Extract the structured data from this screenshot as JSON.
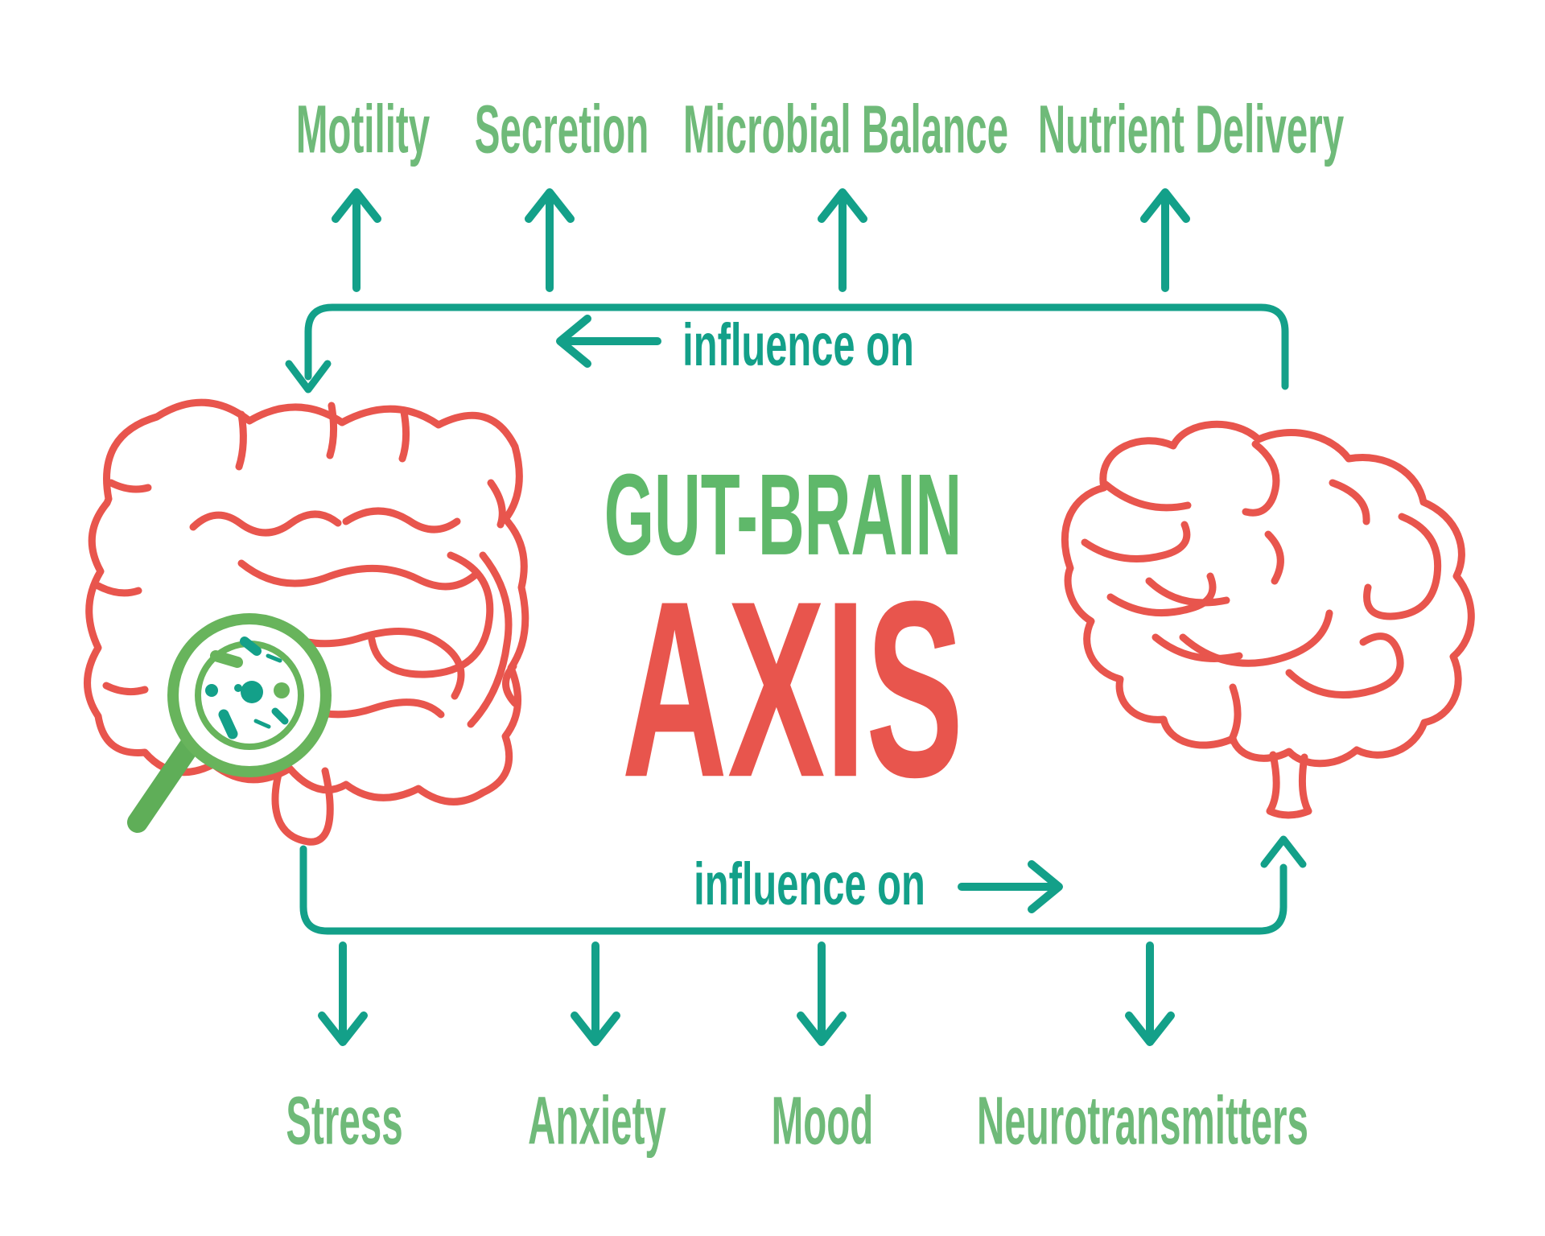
{
  "title": {
    "line1": "GUT-BRAIN",
    "line2": "AXIS"
  },
  "top_row": {
    "labels": [
      "Motility",
      "Secretion",
      "Microbial Balance",
      "Nutrient Delivery"
    ],
    "influence_label": "influence on"
  },
  "bottom_row": {
    "labels": [
      "Stress",
      "Anxiety",
      "Mood",
      "Neurotransmitters"
    ],
    "influence_label": "influence on"
  },
  "palette": {
    "label_green": "#6fba79",
    "title_green": "#5fb86a",
    "coral_red": "#e8554d",
    "teal": "#13a089",
    "magnifier_green": "#68b45c",
    "background": "#ffffff"
  },
  "icons": {
    "gut": "intestines-illustration",
    "magnifier": "magnifier-with-microbes-icon",
    "brain": "brain-illustration",
    "up_arrows": "arrow-up-icon",
    "down_arrows": "arrow-down-icon",
    "top_influence_arrow": "arrow-left-icon",
    "bottom_influence_arrow": "arrow-right-icon"
  }
}
